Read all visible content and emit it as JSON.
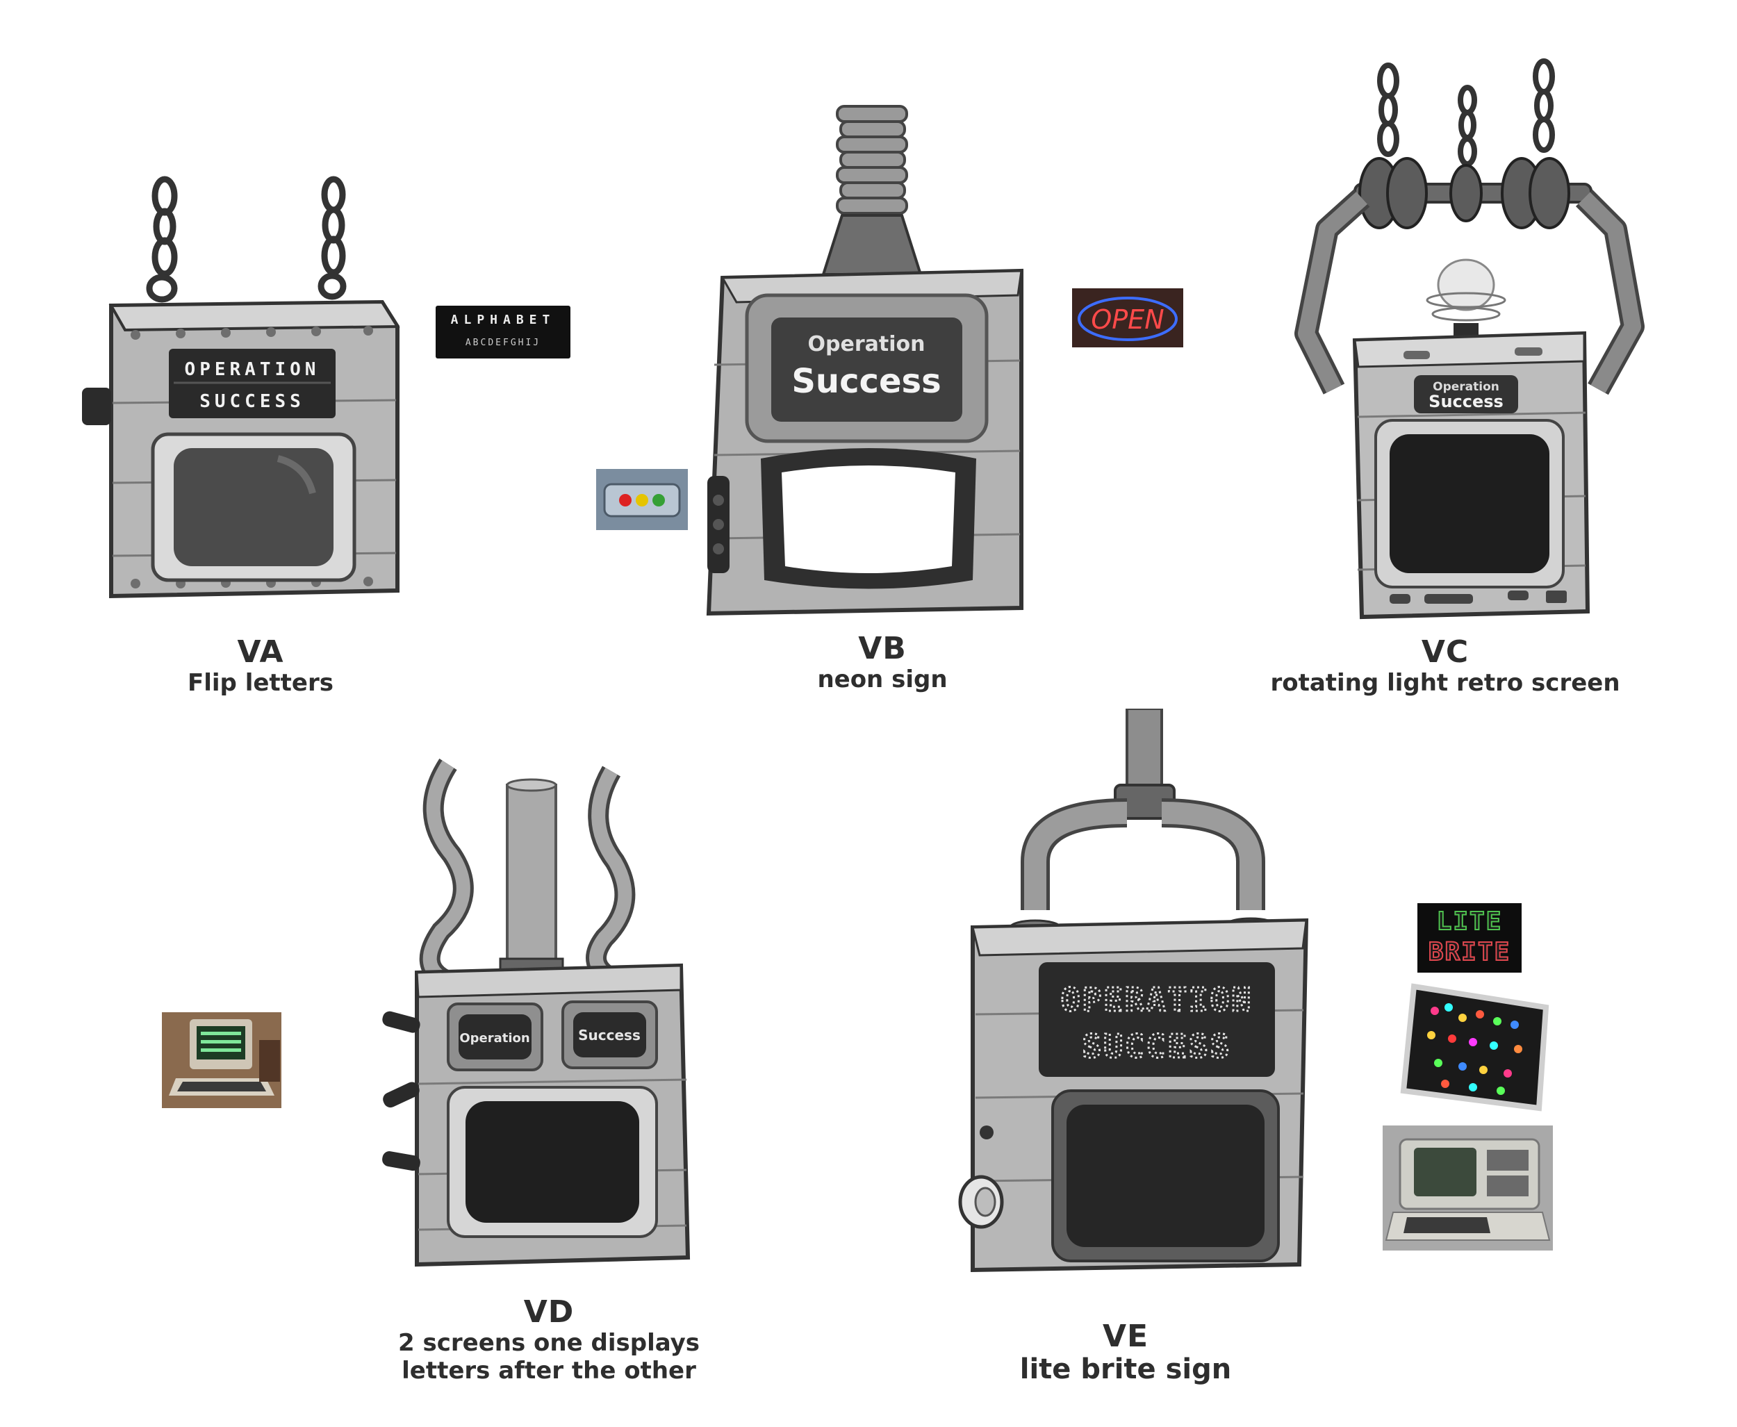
{
  "variants": [
    {
      "code": "VA",
      "desc_lines": [
        "Flip letters"
      ],
      "screen_text": [
        "OPERATION",
        "SUCCESS"
      ]
    },
    {
      "code": "VB",
      "desc_lines": [
        "neon sign"
      ],
      "screen_text": [
        "Operation",
        "Success"
      ]
    },
    {
      "code": "VC",
      "desc_lines": [
        "rotating light retro screen"
      ],
      "screen_text": [
        "Operation",
        "Success"
      ]
    },
    {
      "code": "VD",
      "desc_lines": [
        "2 screens one displays",
        "letters after the other"
      ],
      "screen_text": [
        "Operation",
        "Success"
      ]
    },
    {
      "code": "VE",
      "desc_lines": [
        "lite brite sign"
      ],
      "screen_text": [
        "OPERATION",
        "SUCCESS"
      ]
    }
  ],
  "references": {
    "flip_board": {
      "top": "ALPHABET",
      "bottom": "ABCDEFGHIJ"
    },
    "neon_sign": {
      "text": "OPEN"
    },
    "lite_brite_logo": {
      "top": "LITE",
      "bottom": "BRITE"
    }
  },
  "colors": {
    "metal": "#b9b9b9",
    "metal_dark": "#8e8e8e",
    "metal_light": "#d6d6d6",
    "screen": "#2d2d2d",
    "neon_red": "#ff3b3b",
    "neon_blue": "#3d6dff"
  }
}
